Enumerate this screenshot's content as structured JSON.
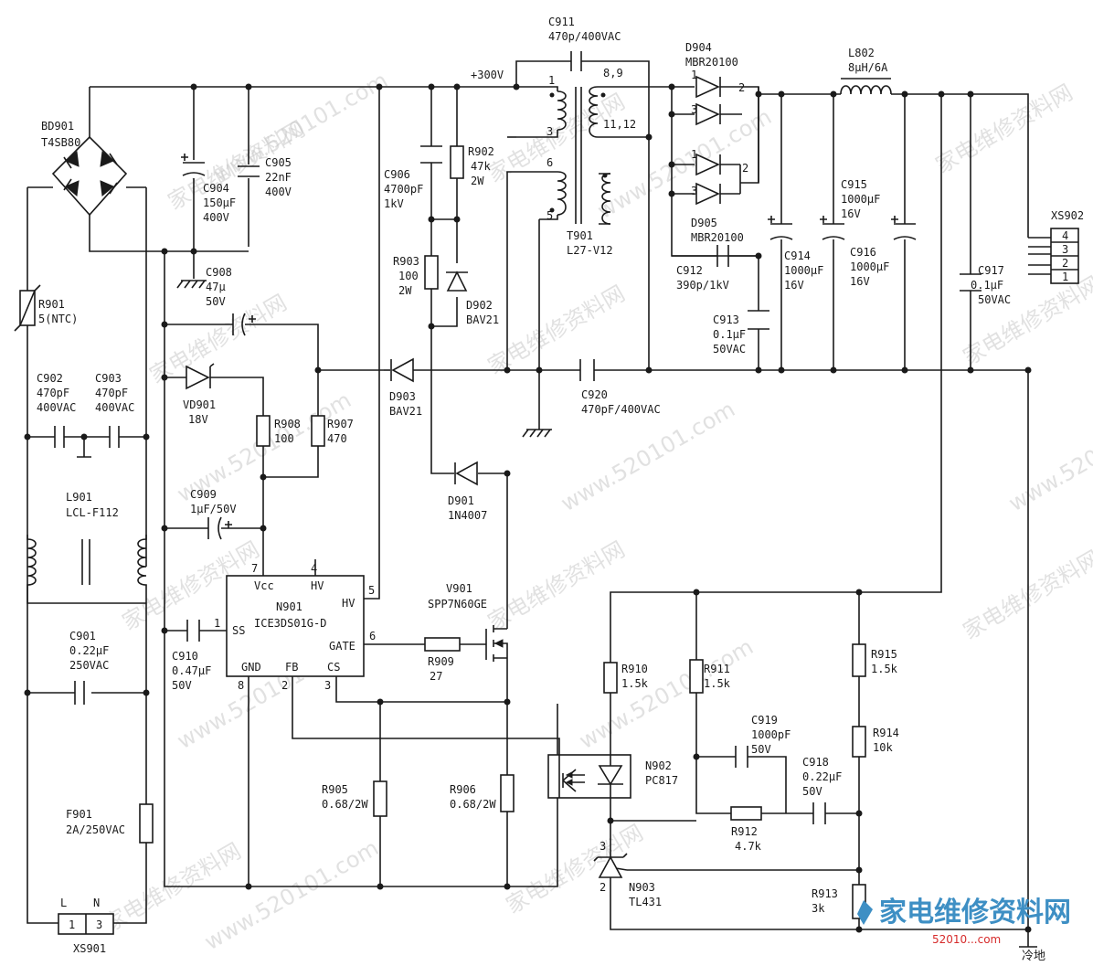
{
  "components": {
    "bd901": [
      "BD901",
      "T4SB80"
    ],
    "r901": [
      "R901",
      "5(NTC)"
    ],
    "c902": [
      "C902",
      "470pF",
      "400VAC"
    ],
    "c903": [
      "C903",
      "470pF",
      "400VAC"
    ],
    "l901": [
      "L901",
      "LCL-F112"
    ],
    "c901": [
      "C901",
      "0.22μF",
      "250VAC"
    ],
    "f901": [
      "F901",
      "2A/250VAC"
    ],
    "xs901": {
      "name": "XS901",
      "pins": [
        "1",
        "3"
      ],
      "labels": [
        "L",
        "N"
      ]
    },
    "c904": [
      "C904",
      "150μF",
      "400V"
    ],
    "c905": [
      "C905",
      "22nF",
      "400V"
    ],
    "c908": [
      "C908",
      "47μ",
      "50V"
    ],
    "vd901": [
      "VD901",
      "18V"
    ],
    "r908": [
      "R908",
      "100"
    ],
    "r907": [
      "R907",
      "470"
    ],
    "c909": [
      "C909",
      "1μF/50V"
    ],
    "c910": [
      "C910",
      "0.47μF",
      "50V"
    ],
    "n901": {
      "name": "N901",
      "part": "ICE3DS01G-D",
      "pins": {
        "vcc": "Vcc",
        "hv": "HV",
        "hv_right": "HV",
        "ss": "SS",
        "gate": "GATE",
        "gnd": "GND",
        "fb": "FB",
        "cs": "CS"
      },
      "pin_numbers": {
        "vcc": "7",
        "hv": "4",
        "hv_right": "5",
        "ss": "1",
        "gate": "6",
        "gnd": "8",
        "fb": "2",
        "cs": "3"
      }
    },
    "c906": [
      "C906",
      "4700pF",
      "1kV"
    ],
    "r902": [
      "R902",
      "47k",
      "2W"
    ],
    "r903": [
      "R903",
      "100",
      "2W"
    ],
    "d902": [
      "D902",
      "BAV21"
    ],
    "d903": [
      "D903",
      "BAV21"
    ],
    "d901": [
      "D901",
      "1N4007"
    ],
    "v901": [
      "V901",
      "SPP7N60GE"
    ],
    "r909": [
      "R909",
      "27"
    ],
    "r905": [
      "R905",
      "0.68/2W"
    ],
    "r906": [
      "R906",
      "0.68/2W"
    ],
    "c911": [
      "C911",
      "470p/400VAC"
    ],
    "t901": {
      "name": "T901",
      "part": "L27-V12",
      "pins": [
        "1",
        "3",
        "6",
        "5",
        "8,9",
        "11,12"
      ]
    },
    "d904": [
      "D904",
      "MBR20100"
    ],
    "d905": [
      "D905",
      "MBR20100"
    ],
    "d904_pins": [
      "1",
      "3",
      "2"
    ],
    "d905_pins": [
      "1",
      "3",
      "2"
    ],
    "c912": [
      "C912",
      "390p/1kV"
    ],
    "c913": [
      "C913",
      "0.1μF",
      "50VAC"
    ],
    "c914": [
      "C914",
      "1000μF",
      "16V"
    ],
    "c915": [
      "C915",
      "1000μF",
      "16V"
    ],
    "c916": [
      "C916",
      "1000μF",
      "16V"
    ],
    "l802": [
      "L802",
      "8μH/6A"
    ],
    "c917": [
      "C917",
      "0.1μF",
      "50VAC"
    ],
    "c920": [
      "C920",
      "470pF/400VAC"
    ],
    "xs902": {
      "name": "XS902",
      "pins": [
        "4",
        "3",
        "2",
        "1"
      ]
    },
    "r910": [
      "R910",
      "1.5k"
    ],
    "r911": [
      "R911",
      "1.5k"
    ],
    "r915": [
      "R915",
      "1.5k"
    ],
    "r914": [
      "R914",
      "10k"
    ],
    "c919": [
      "C919",
      "1000pF",
      "50V"
    ],
    "c918": [
      "C918",
      "0.22μF",
      "50V"
    ],
    "n902": [
      "N902",
      "PC817"
    ],
    "r912": [
      "R912",
      "4.7k"
    ],
    "n903": {
      "name": "N903",
      "part": "TL431",
      "pins": [
        "3",
        "2"
      ]
    },
    "r913": [
      "R913",
      "3k"
    ]
  },
  "nets": {
    "plus300v": "+300V",
    "cold_ground": "冷地"
  },
  "watermark": {
    "text_cn": "家电维修资料网",
    "text_url": "www.520101.com",
    "logo_text": "家电维修资料网",
    "logo_url": "52010...com"
  },
  "colors": {
    "ink": "#1a1a1a",
    "watermark": "#c9c9c9",
    "logo_blue": "#3e8fc4",
    "logo_red": "#d62b2b"
  }
}
